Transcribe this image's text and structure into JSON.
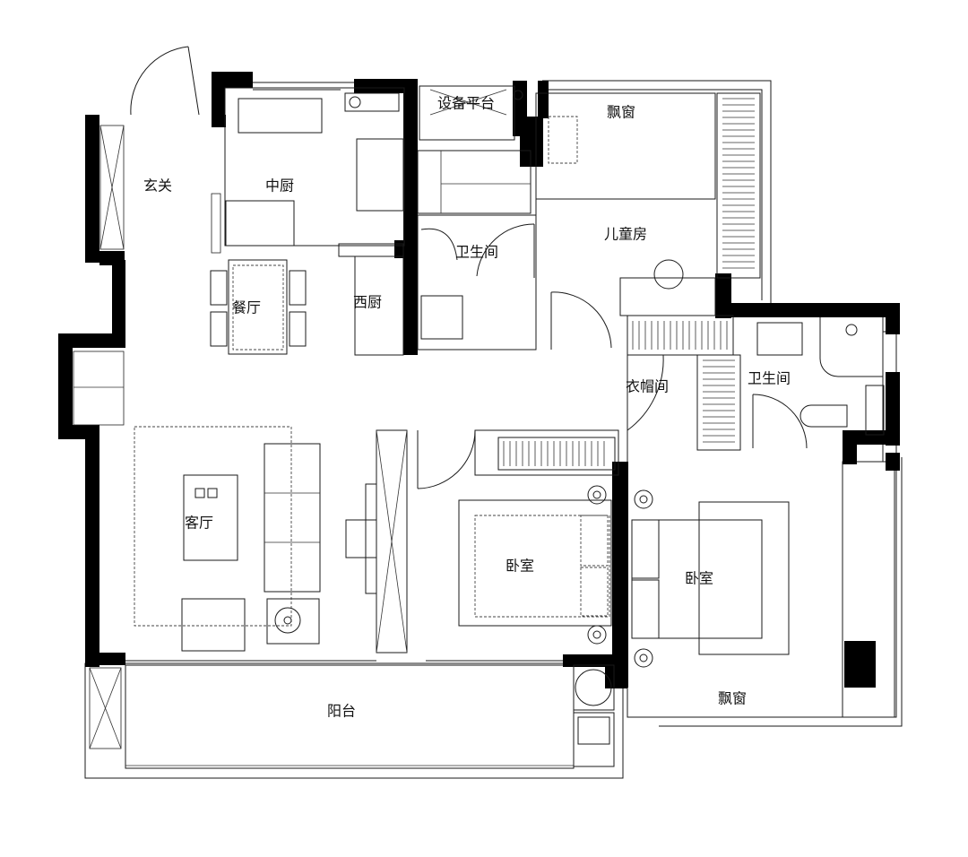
{
  "rooms": {
    "entrance": "玄关",
    "kitchen": "中厨",
    "equipment_platform": "设备平台",
    "bay_window_north": "飘窗",
    "kids_room": "儿童房",
    "bathroom_1": "卫生间",
    "dining": "餐厅",
    "western_kitchen": "西厨",
    "bathroom_2": "卫生间",
    "cloakroom": "衣帽间",
    "living_room": "客厅",
    "bedroom_1": "卧室",
    "bedroom_2": "卧室",
    "balcony": "阳台",
    "bay_window_south": "飘窗"
  }
}
